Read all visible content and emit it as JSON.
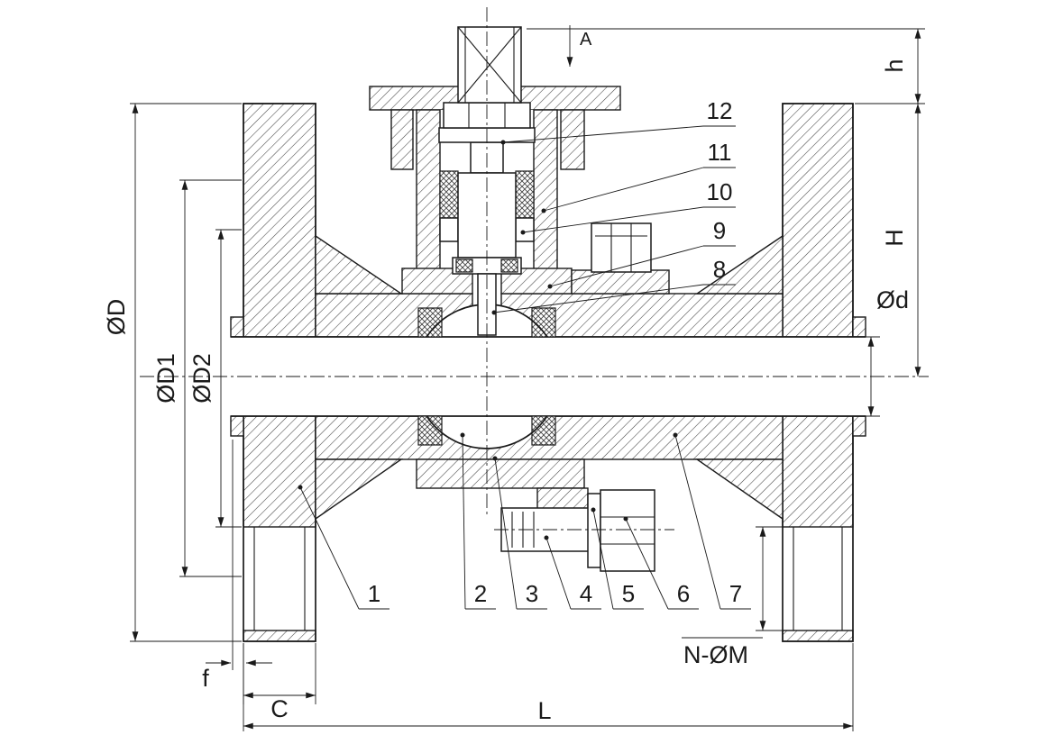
{
  "drawing": {
    "type": "technical-section",
    "subject": "Flanged ball valve sectional drawing",
    "colors": {
      "line": "#1a1a1a",
      "background": "#ffffff"
    },
    "section_marker": {
      "label": "A"
    },
    "dimensions": {
      "outer_diameter": "ØD",
      "bolt_circle_diameter": "ØD1",
      "raised_face_diameter": "ØD2",
      "bore_diameter": "Ød",
      "height": "H",
      "stem_height": "h",
      "raised_face_height": "f",
      "flange_thickness": "C",
      "face_to_face_length": "L",
      "bolt_holes": "N-ØM"
    },
    "parts": {
      "p1": "1",
      "p2": "2",
      "p3": "3",
      "p4": "4",
      "p5": "5",
      "p6": "6",
      "p7": "7",
      "p8": "8",
      "p9": "9",
      "p10": "10",
      "p11": "11",
      "p12": "12"
    }
  }
}
